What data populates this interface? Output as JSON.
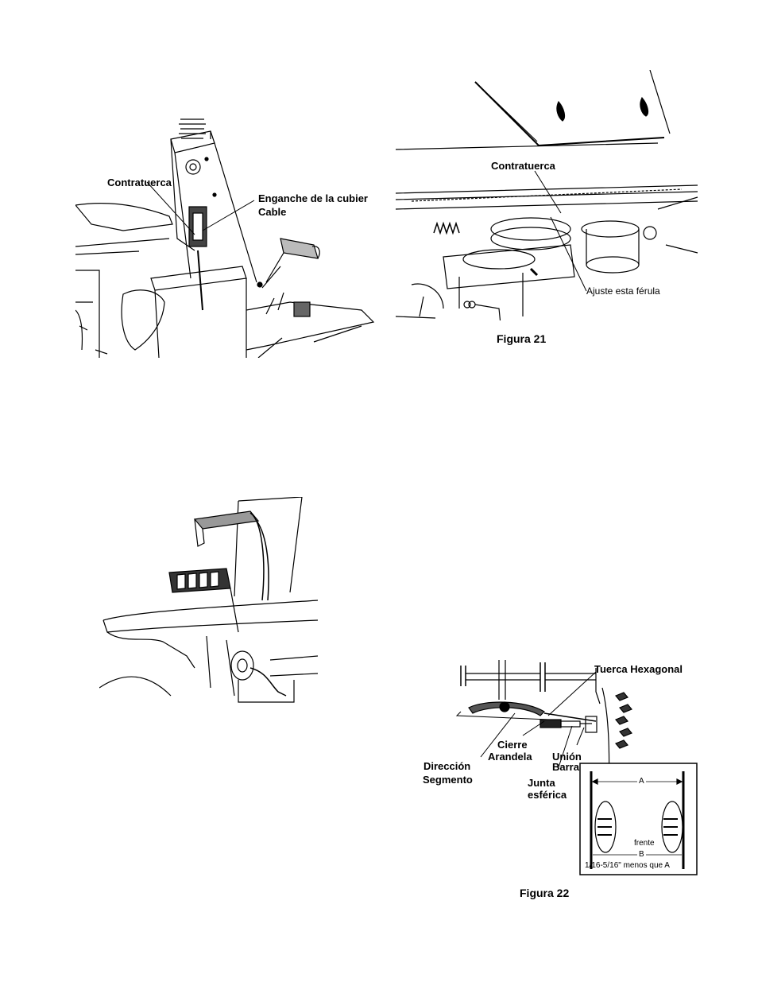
{
  "figure_top_left": {
    "labels": {
      "contratuerca": "Contratuerca",
      "enganche": "Enganche de la cubier",
      "cable": "Cable"
    }
  },
  "figure_21": {
    "caption": "Figura 21",
    "labels": {
      "contratuerca": "Contratuerca",
      "ajuste": "Ajuste esta férula"
    }
  },
  "figure_22": {
    "caption": "Figura 22",
    "labels": {
      "tuerca": "Tuerca Hexagonal",
      "cierre": "Cierre",
      "arandela": "Arandela",
      "union": "Unión",
      "barra": "Barra",
      "direccion": "Dirección",
      "segmento": "Segmento",
      "junta": "Junta",
      "esferica": "esférica"
    },
    "inset": {
      "dim_a": "A",
      "dim_b": "B",
      "frente": "frente",
      "note": "1/16-5/16\" menos que A"
    }
  }
}
